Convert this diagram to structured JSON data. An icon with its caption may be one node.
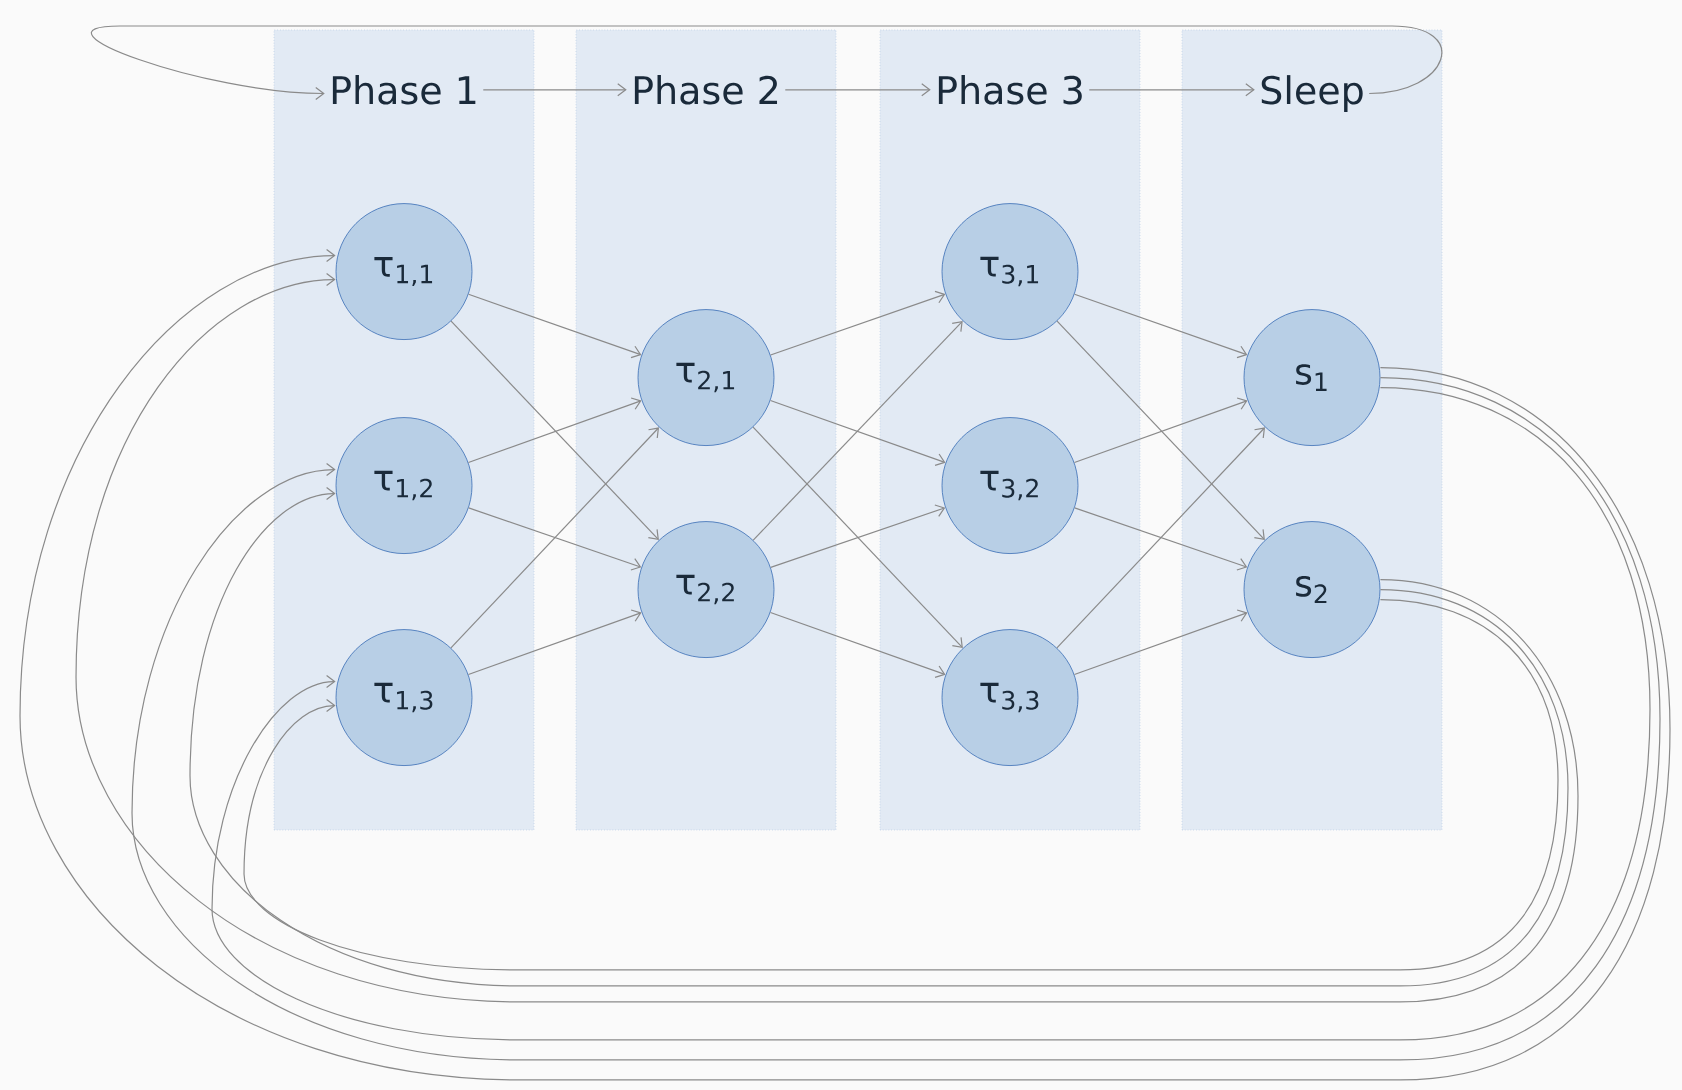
{
  "diagram": {
    "nodes": [
      {
        "text": [
          "Phase 1"
        ]
      },
      {
        "text": [
          "Phase 2"
        ]
      },
      {
        "text": [
          "Phase 3"
        ]
      },
      {
        "text": [
          "Sleep"
        ]
      },
      {
        "text": [
          "τ$_{1,1}$"
        ],
        "in": 0
      },
      {
        "text": [
          "τ$_{1,2}$"
        ],
        "in": 0
      },
      {
        "text": [
          "τ$_{1,3}$"
        ],
        "in": 0
      },
      {
        "text": [
          "τ$_{2,1}$"
        ],
        "in": 1
      },
      {
        "text": [
          "τ$_{2,2}$"
        ],
        "in": 1
      },
      {
        "text": [
          "τ$_{3,1}$"
        ],
        "in": 2
      },
      {
        "text": [
          "τ$_{3,2}$"
        ],
        "in": 2
      },
      {
        "text": [
          "τ$_{3,3}$"
        ],
        "in": 2
      },
      {
        "text": [
          "s$_{1}$"
        ],
        "in": 3
      },
      {
        "text": [
          "s$_{2}$"
        ],
        "in": 3
      }
    ],
    "edges": [
      {
        "from": 0,
        "to": 1,
        "arrow": "to"
      },
      {
        "from": 1,
        "to": 2,
        "arrow": "to"
      },
      {
        "from": 2,
        "to": 3,
        "arrow": "to"
      },
      {
        "from": 3,
        "to": 0,
        "arrow": "to"
      },
      {
        "from": 4,
        "to": 7,
        "arrow": "to"
      },
      {
        "from": 4,
        "to": 8,
        "arrow": "to"
      },
      {
        "from": 5,
        "to": 7,
        "arrow": "to"
      },
      {
        "from": 5,
        "to": 8,
        "arrow": "to"
      },
      {
        "from": 6,
        "to": 7,
        "arrow": "to"
      },
      {
        "from": 6,
        "to": 8,
        "arrow": "to"
      },
      {
        "from": 7,
        "to": 9,
        "arrow": "to"
      },
      {
        "from": 7,
        "to": 10,
        "arrow": "to"
      },
      {
        "from": 7,
        "to": 11,
        "arrow": "to"
      },
      {
        "from": 8,
        "to": 9,
        "arrow": "to"
      },
      {
        "from": 8,
        "to": 10,
        "arrow": "to"
      },
      {
        "from": 8,
        "to": 11,
        "arrow": "to"
      },
      {
        "from": 9,
        "to": 12,
        "arrow": "to"
      },
      {
        "from": 9,
        "to": 13,
        "arrow": "to"
      },
      {
        "from": 10,
        "to": 12,
        "arrow": "to"
      },
      {
        "from": 10,
        "to": 13,
        "arrow": "to"
      },
      {
        "from": 11,
        "to": 12,
        "arrow": "to"
      },
      {
        "from": 11,
        "to": 13,
        "arrow": "to"
      },
      {
        "from": 12,
        "to": 4,
        "arrow": "to"
      },
      {
        "from": 12,
        "to": 5,
        "arrow": "to"
      },
      {
        "from": 12,
        "to": 6,
        "arrow": "to"
      },
      {
        "from": 13,
        "to": 4,
        "arrow": "to"
      },
      {
        "from": 13,
        "to": 5,
        "arrow": "to"
      },
      {
        "from": 13,
        "to": 6,
        "arrow": "to"
      }
    ]
  }
}
